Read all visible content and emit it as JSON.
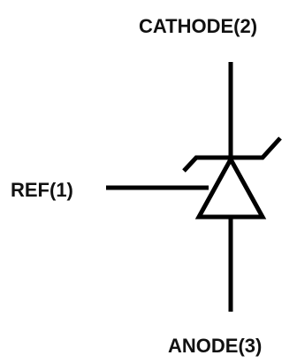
{
  "labels": {
    "cathode": "CATHODE(2)",
    "ref": "REF(1)",
    "anode": "ANODE(3)"
  },
  "colors": {
    "line": "#000000",
    "text": "#111111",
    "background": "#ffffff"
  }
}
